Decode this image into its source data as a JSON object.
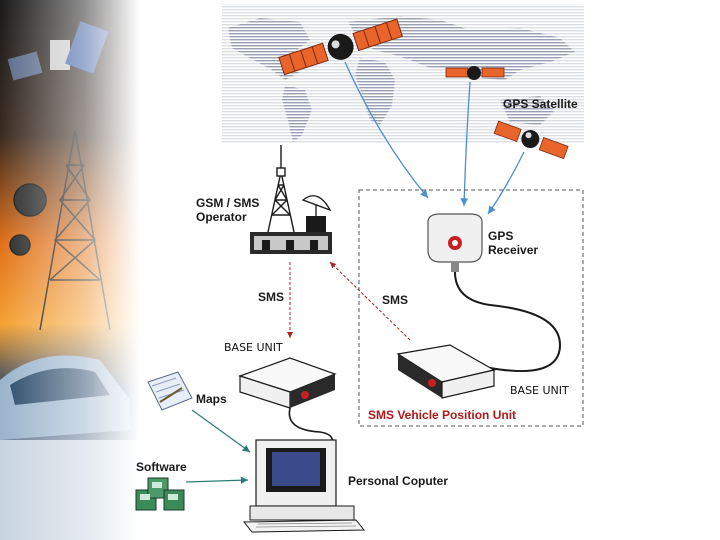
{
  "labels": {
    "gps_satellite": "GPS Satellite",
    "gsm_operator_line1": "GSM / SMS",
    "gsm_operator_line2": "Operator",
    "gps_receiver_line1": "GPS",
    "gps_receiver_line2": "Receiver",
    "sms_left": "SMS",
    "sms_right": "SMS",
    "base_unit_top": "BASE UNIT",
    "base_unit_right": "BASE UNIT",
    "maps": "Maps",
    "sms_vehicle_position_unit": "SMS Vehicle Position Unit",
    "software": "Software",
    "personal_computer": "Personal Coputer"
  },
  "colors": {
    "satellite_panel": "#e8642a",
    "gps_arrow": "#4a8fd0",
    "sms_arrow": "#b02020",
    "vehicle_unit_text": "#b01818",
    "dashed_border": "#555555"
  }
}
